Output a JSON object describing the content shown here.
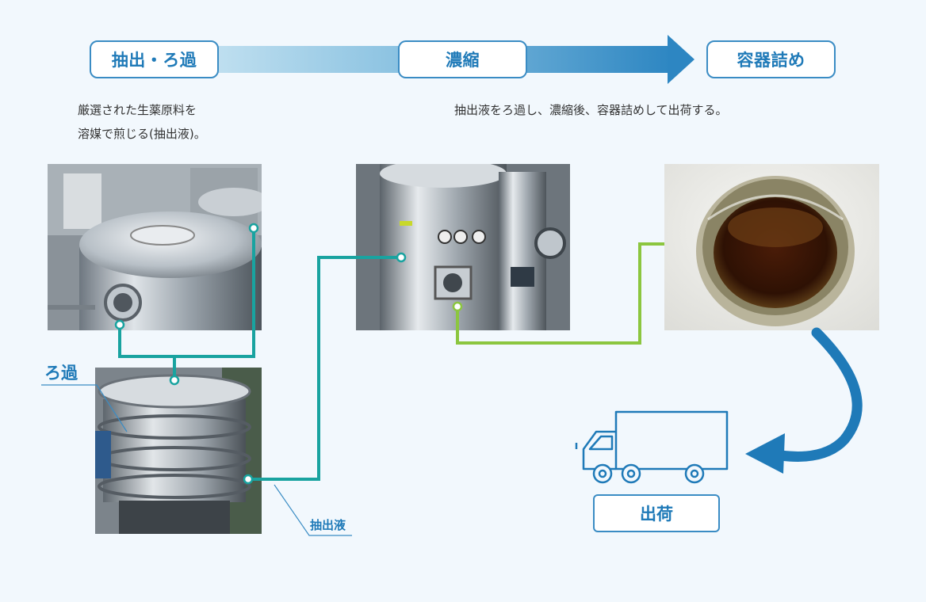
{
  "process": {
    "stages": [
      {
        "label": "抽出・ろ過"
      },
      {
        "label": "濃縮"
      },
      {
        "label": "容器詰め"
      }
    ]
  },
  "descriptions": {
    "extraction_line1": "厳選された生薬原料を",
    "extraction_line2": "溶媒で煎じる(抽出液)。",
    "concentrate": "抽出液をろ過し、濃縮後、容器詰めして出荷する。"
  },
  "labels": {
    "filtration": "ろ過",
    "extract_liquid": "抽出液",
    "shipment": "出荷"
  },
  "colors": {
    "primary_blue": "#1f7ab8",
    "border_blue": "#3a8cc4",
    "arrow_light": "#bfe0f0",
    "teal_line": "#19a3a0",
    "green_line": "#8cc63f",
    "background": "#f2f8fd"
  },
  "icons": [
    "delivery-truck-icon",
    "curved-arrow-icon"
  ]
}
